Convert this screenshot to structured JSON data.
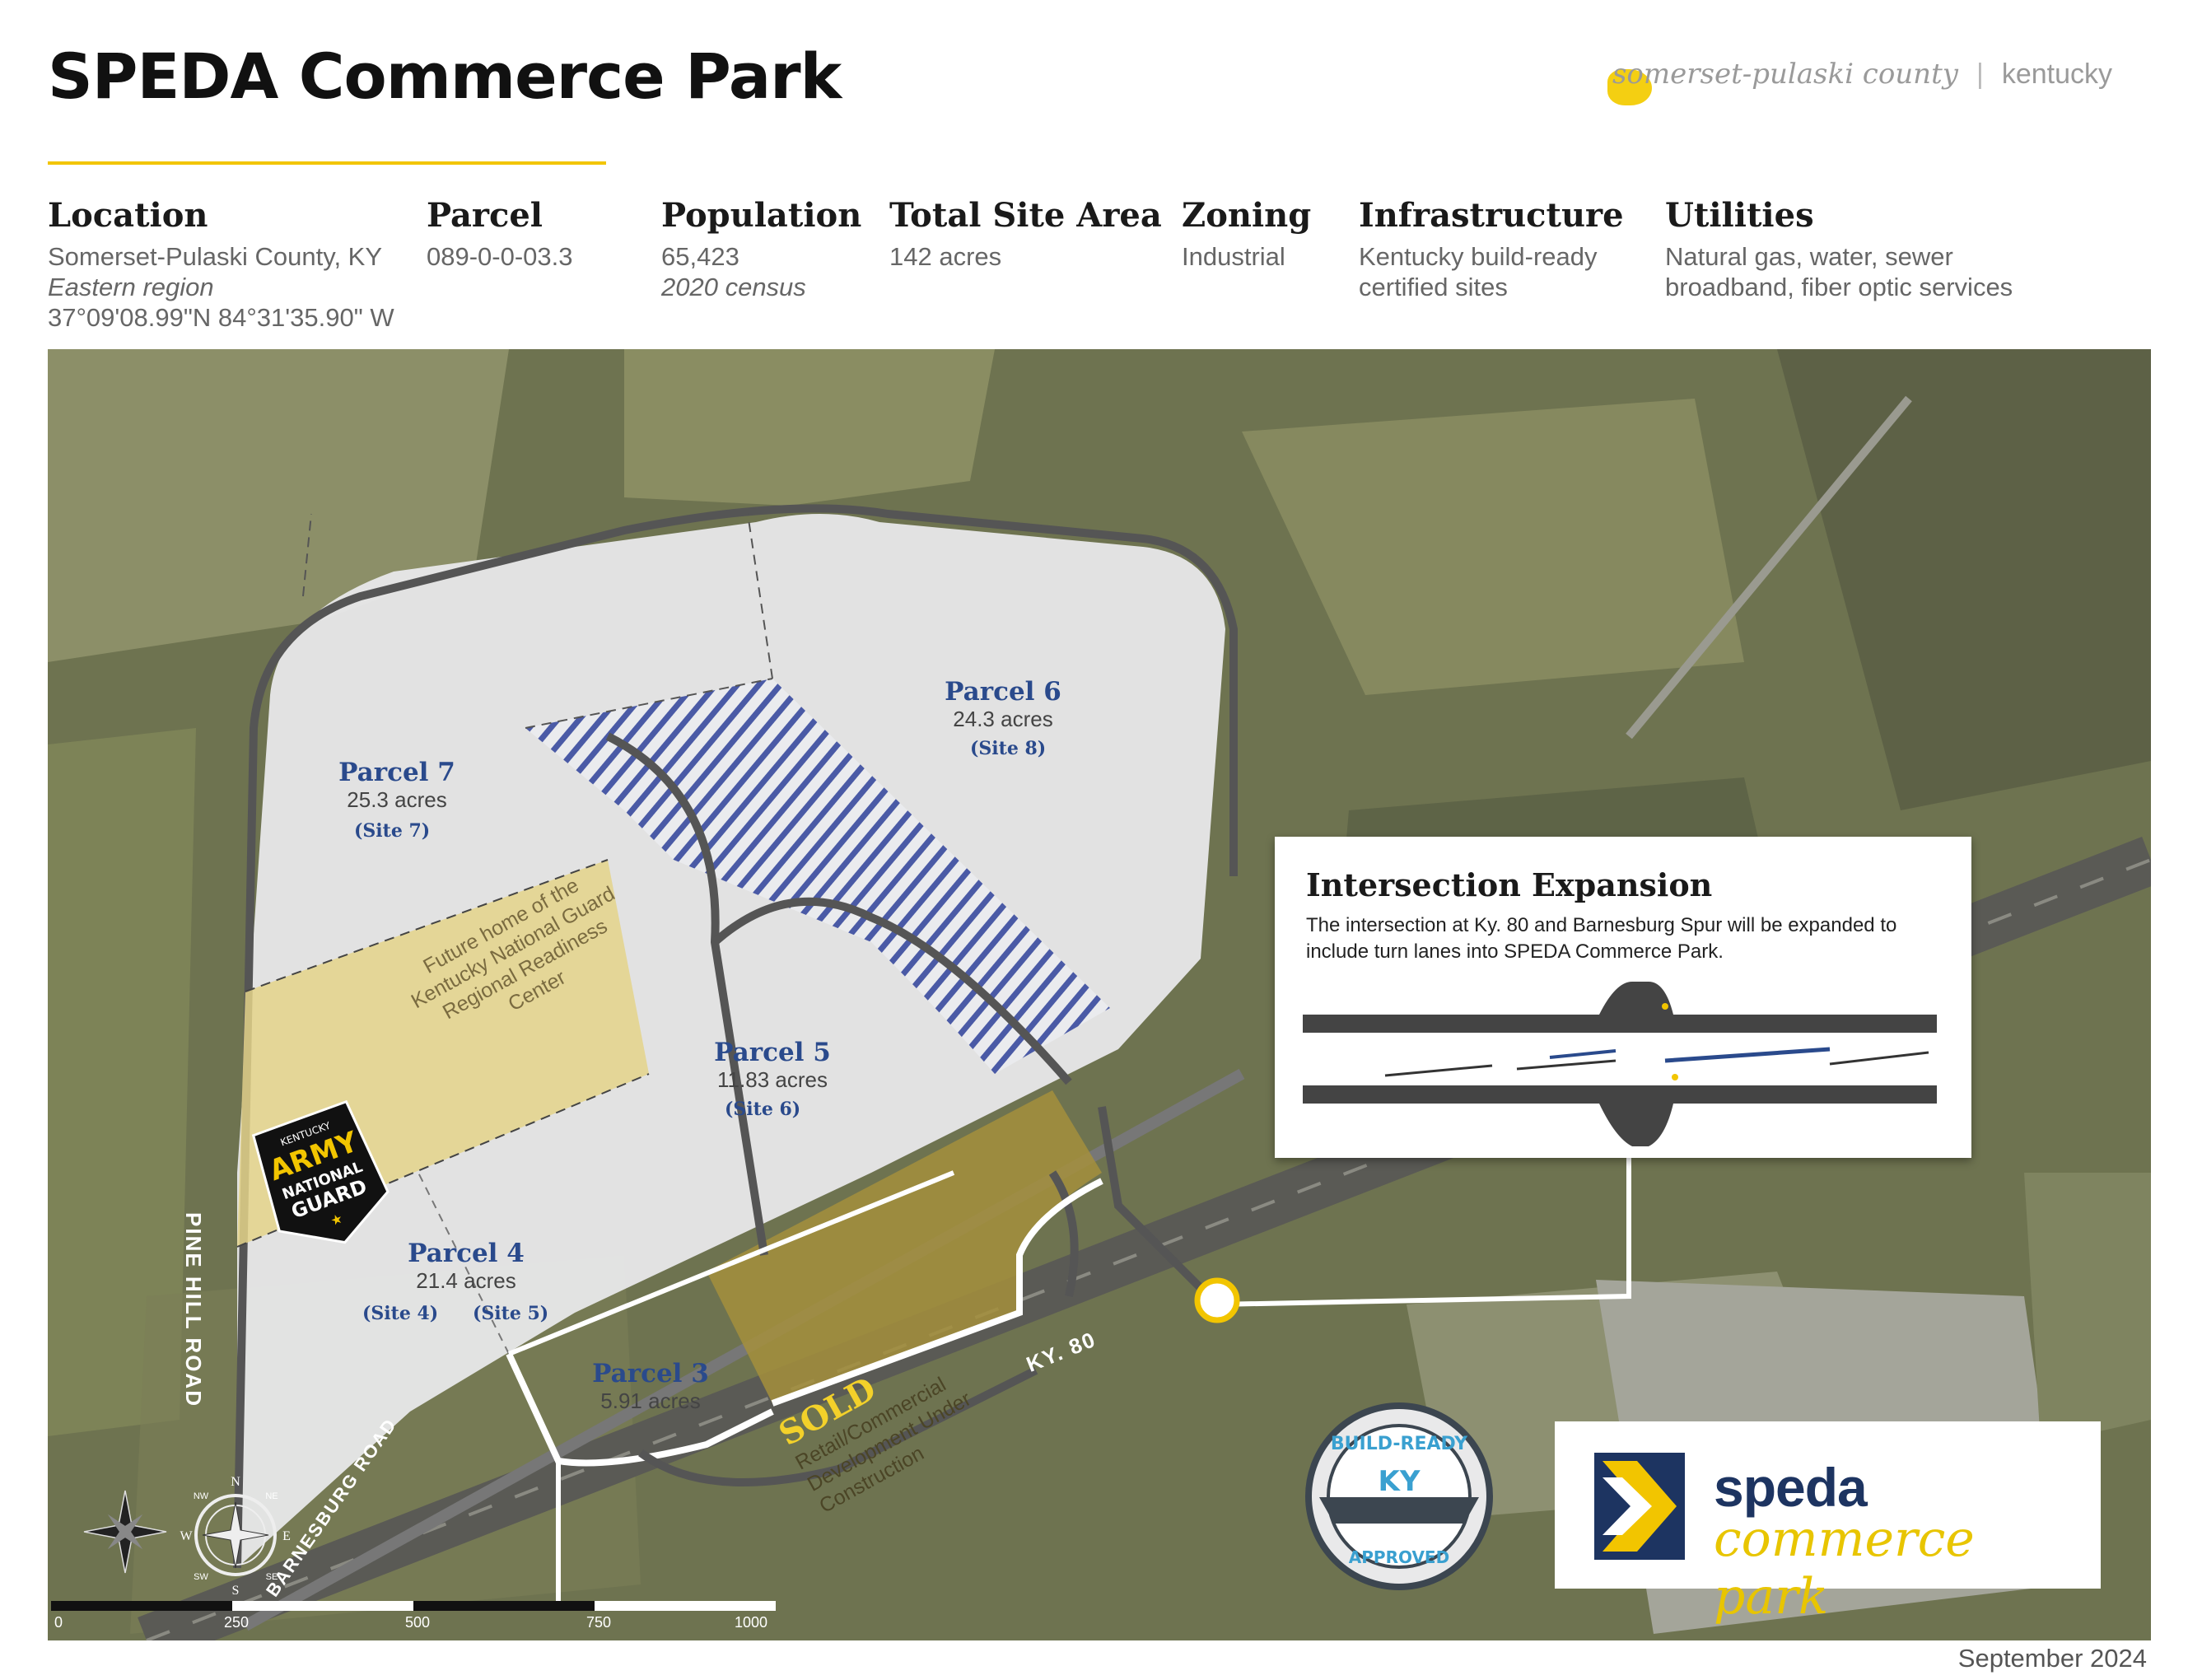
{
  "header": {
    "title": "SPEDA Commerce Park",
    "county": "somerset-pulaski county",
    "separator": "|",
    "state": "kentucky"
  },
  "info": [
    {
      "heading": "Location",
      "lines": [
        "Somerset-Pulaski County, KY",
        "Eastern region",
        "37°09'08.99\"N 84°31'35.90\" W"
      ]
    },
    {
      "heading": "Parcel",
      "lines": [
        "089-0-0-03.3"
      ]
    },
    {
      "heading": "Population",
      "lines": [
        "65,423",
        "2020 census"
      ]
    },
    {
      "heading": "Total Site Area",
      "lines": [
        "142 acres"
      ]
    },
    {
      "heading": "Zoning",
      "lines": [
        "Industrial"
      ]
    },
    {
      "heading": "Infrastructure",
      "lines": [
        "Kentucky build-ready",
        "certified sites"
      ]
    },
    {
      "heading": "Utilities",
      "lines": [
        "Natural gas, water, sewer",
        "broadband, fiber optic services"
      ]
    }
  ],
  "parcels": [
    {
      "name": "Parcel 7",
      "acres": "25.3 acres",
      "site": "(Site 7)"
    },
    {
      "name": "Parcel 6",
      "acres": "24.3 acres",
      "site": "(Site 8)"
    },
    {
      "name": "Parcel 5",
      "acres": "11.83 acres",
      "site": "(Site 6)"
    },
    {
      "name": "Parcel 4",
      "acres": "21.4 acres",
      "site_a": "(Site 4)",
      "site_b": "(Site 5)"
    },
    {
      "name": "Parcel 3",
      "acres": "5.91 acres"
    }
  ],
  "guard": {
    "text": "Future home of the Kentucky National Guard Regional Readiness Center",
    "badge_top": "KENTUCKY",
    "badge_army": "ARMY",
    "badge_national": "NATIONAL",
    "badge_guard": "GUARD"
  },
  "sold": {
    "label": "SOLD",
    "text": "Retail/Commercial Development Under Construction"
  },
  "roads": {
    "pine_hill": "PINE HILL ROAD",
    "barnesburg": "BARNESBURG ROAD",
    "ky80": "KY. 80"
  },
  "inset": {
    "title": "Intersection Expansion",
    "text": "The intersection at Ky. 80 and Barnesburg Spur will be expanded to include turn lanes into SPEDA Commerce Park."
  },
  "badge": {
    "top": "BUILD-READY",
    "center": "KY",
    "bottom": "APPROVED"
  },
  "logo": {
    "line1": "speda",
    "line2": "commerce park"
  },
  "compass": {
    "n": "N",
    "s": "S",
    "e": "E",
    "w": "W",
    "ne": "NE",
    "nw": "NW",
    "se": "SE",
    "sw": "SW"
  },
  "scale": {
    "labels": [
      "0",
      "250",
      "500",
      "750",
      "1000"
    ]
  },
  "footer": {
    "date": "September 2024"
  }
}
